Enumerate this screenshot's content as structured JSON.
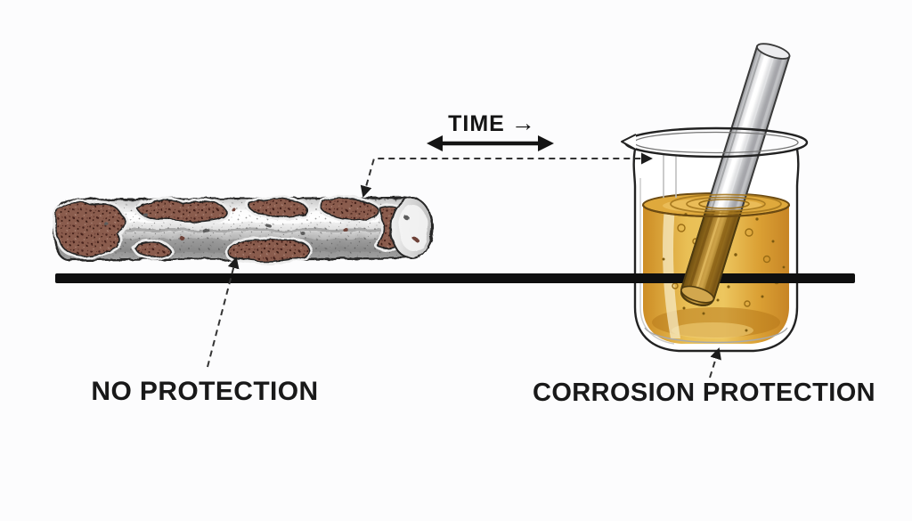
{
  "scene": {
    "description": "Corrosion protection comparison illustration",
    "background_color": "#fcfcfd",
    "ground_line_color": "#0f0f0f"
  },
  "annotations": {
    "time_label": "TIME",
    "time_arrow_glyph": "→",
    "left_caption": "NO PROTECTION",
    "right_caption": "CORROSION PROTECTION"
  },
  "objects": {
    "corroded_rod": {
      "name": "corroded metal rod",
      "metal_color": "#d9d9d9",
      "rust_color": "#8a5b4d"
    },
    "beaker": {
      "name": "glass beaker with protective liquid",
      "liquid_color": "#e4af45",
      "rod_above_liquid_color": "#dcdcde",
      "rod_submerged_color": "#b0842c"
    }
  }
}
